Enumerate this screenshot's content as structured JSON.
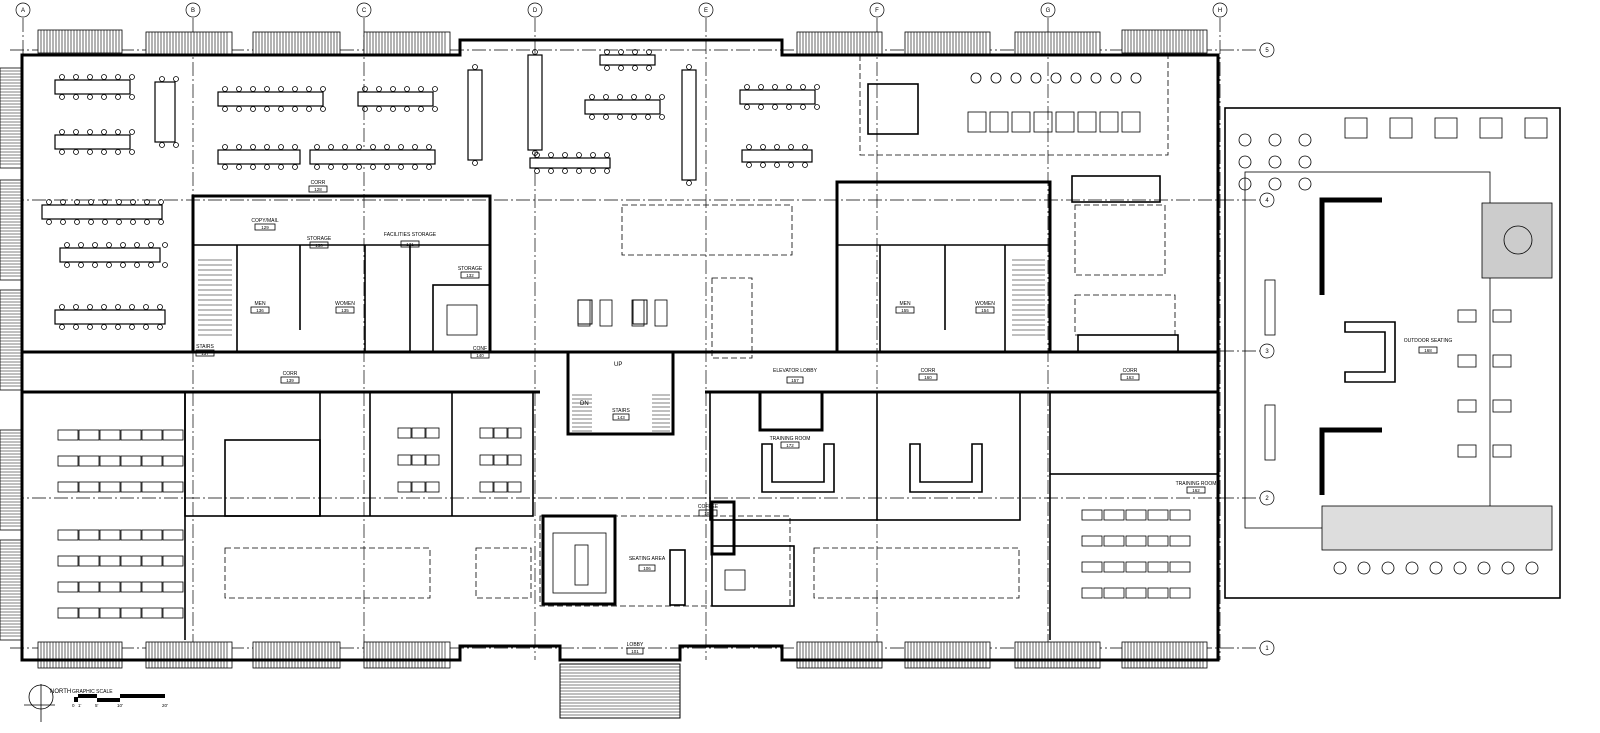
{
  "grid_columns": [
    "A",
    "B",
    "C",
    "D",
    "E",
    "F",
    "G",
    "H"
  ],
  "grid_rows": [
    "5",
    "4",
    "3",
    "2",
    "1"
  ],
  "north_label": "NORTH",
  "scale": {
    "title": "GRAPHIC SCALE",
    "ticks": [
      "0",
      "1'",
      "5'",
      "10'",
      "20'"
    ]
  },
  "stair_labels": {
    "up": "UP",
    "dn": "DN"
  },
  "rooms": [
    {
      "name": "COPY/MAIL",
      "number": "129"
    },
    {
      "name": "STORAGE",
      "number": "130"
    },
    {
      "name": "FACILITIES STORAGE",
      "number": "131"
    },
    {
      "name": "MEN",
      "number": "136"
    },
    {
      "name": "WOMEN",
      "number": "135"
    },
    {
      "name": "STAIRS",
      "number": "137"
    },
    {
      "name": "CONF",
      "number": "140"
    },
    {
      "name": "CORR",
      "number": "139"
    },
    {
      "name": "STORAGE",
      "number": "132"
    },
    {
      "name": "STAIRS",
      "number": "143"
    },
    {
      "name": "ELEVATOR LOBBY",
      "number": "157"
    },
    {
      "name": "TRAINING ROOM",
      "number": "172"
    },
    {
      "name": "SEATING AREA",
      "number": "106"
    },
    {
      "name": "LOBBY",
      "number": "101"
    },
    {
      "name": "COFFEE",
      "number": "103"
    },
    {
      "name": "CORR",
      "number": "128"
    },
    {
      "name": "CORR",
      "number": "160"
    },
    {
      "name": "MEN",
      "number": "155"
    },
    {
      "name": "WOMEN",
      "number": "154"
    },
    {
      "name": "CORR",
      "number": "163"
    },
    {
      "name": "TRAINING ROOM",
      "number": "162"
    },
    {
      "name": "OUTDOOR SEATING",
      "number": "168"
    }
  ]
}
